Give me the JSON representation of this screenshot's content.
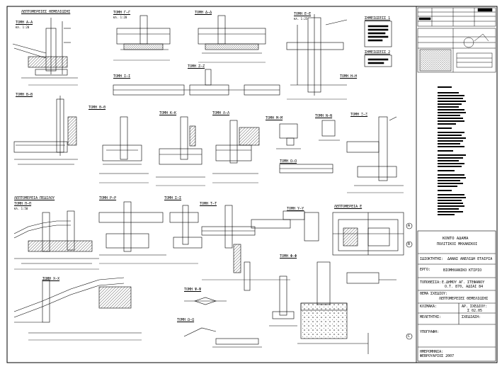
{
  "sheet": {
    "detail_labels": [
      "ΛΕΠΤΟΜΕΡΕΙΕΣ ΘΕΜΕΛΙΩΣΗΣ",
      "ΤΟΜΗ Α—Α",
      "ΤΟΜΗ Γ—Γ",
      "ΤΟΜΗ Δ—Δ",
      "ΤΟΜΗ Ε—Ε",
      "ΤΟΜΗ Ι—Ι",
      "ΤΟΜΗ Ζ—Ζ",
      "ΤΟΜΗ Η—Η",
      "ΤΟΜΗ Β—Β",
      "ΤΟΜΗ Θ—Θ",
      "ΤΟΜΗ Κ—Κ",
      "ΤΟΜΗ Λ—Λ",
      "ΤΟΜΗ Μ—Μ",
      "ΤΟΜΗ Ν—Ν",
      "ΤΟΜΗ Ξ—Ξ",
      "ΤΟΜΗ Ο—Ο",
      "ΛΕΠΤΟΜΕΡΕΙΑ ΠΕΔΙΛΟΥ",
      "ΤΟΜΗ Π—Π",
      "ΤΟΜΗ Ρ—Ρ",
      "ΤΟΜΗ Σ—Σ",
      "ΤΟΜΗ Τ—Τ",
      "ΤΟΜΗ Υ—Υ",
      "ΤΟΜΗ Φ—Φ",
      "ΤΟΜΗ Χ—Χ",
      "ΤΟΜΗ Ψ—Ψ",
      "ΤΟΜΗ Ω—Ω",
      "ΛΕΠΤΟΜΕΡΕΙΑ Ε"
    ],
    "scale_labels": [
      "ΚΛ. 1:20",
      "ΚΛ. 1:25",
      "ΚΛ. 1:50"
    ],
    "section_markers": [
      "A",
      "B",
      "C"
    ]
  },
  "title_block": {
    "office_line1": "ΚΟΝΤΟ ΑΔΑΜΑ",
    "office_line2": "ΠΟΛΙΤΙΚΟΙ ΜΗΧΑΝΙΚΟΙ",
    "owner_label": "ΙΔΙΟΚΤΗΤΗΣ:",
    "owner_value": "ΔΑΝΑΣ ΑΝΕΛΙΔΗ ΕΤΑΙΡΙΑ",
    "project_label": "ΕΡΓΟ:",
    "project_value": "ΒΙΟΜΗΧΑΝΙΚΟ ΚΤΙΡΙΟ",
    "location_label": "ΤΟΠΟΘΕΣΙΑ:",
    "location_value_1": "Ε.ΔΗΜΟΥ ΑΓ. ΣΤΕΦΑΝΟΥ",
    "location_value_2": "Ο.Τ. 870, ΑΔΙΑΙ 84",
    "drawing_title_label": "ΘΕΜΑ ΣΧΕΔΙΟΥ:",
    "drawing_title_value": "ΛΕΠΤΟΜΕΡΕΙΕΣ ΘΕΜΕΛΙΩΣΗΣ",
    "drawing_no_label": "ΑΡ. ΣΧΕΔΙΟΥ:",
    "drawing_no_value": "Σ 02.05",
    "scale_label": "ΚΛΙΜΑΚΑ:",
    "designer_label": "ΜΕΛΕΤΗΤΗΣ:",
    "checker_label": "ΣΧΕΔΙΑΣΗ:",
    "date_label": "ΗΜΕΡΟΜΗΝΙΑ:",
    "date_value": "ΦΕΒΡΟΥΑΡΙΟΣ 2007",
    "signature_label": "ΥΠΟΓΡΑΦΗ:"
  },
  "notes": {
    "title_1": "ΣΗΜΕΙΩΣΕΙΣ 1",
    "title_2": "ΣΗΜΕΙΩΣΕΙΣ 2"
  }
}
